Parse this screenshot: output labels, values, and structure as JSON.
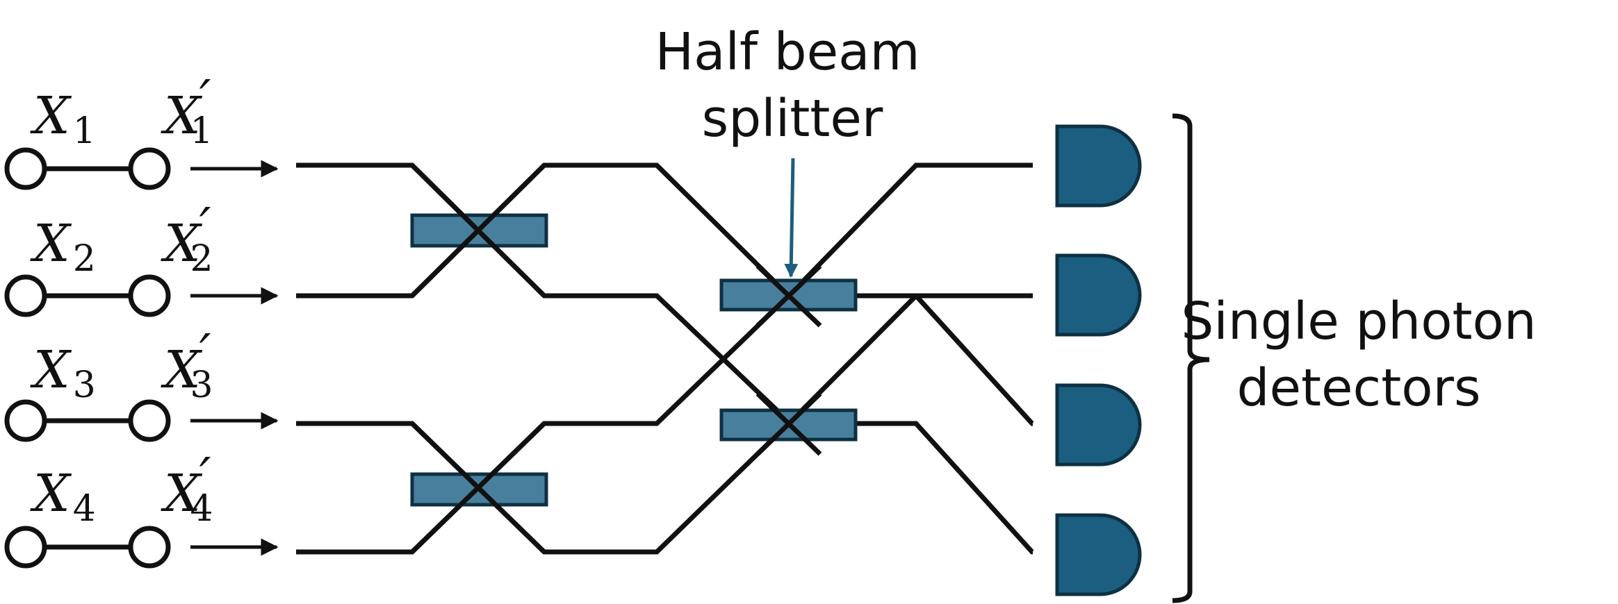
{
  "colors": {
    "line": "#111111",
    "beam_splitter_fill": "#487f9c",
    "detector_fill": "#1b5e80",
    "outline": "#0e3142",
    "pointer_arrow": "#1b5e80"
  },
  "inputs": [
    {
      "var": "X",
      "sub": "1",
      "prime_var": "X",
      "prime_mark": "′",
      "prime_sub": "1"
    },
    {
      "var": "X",
      "sub": "2",
      "prime_var": "X",
      "prime_mark": "′",
      "prime_sub": "2"
    },
    {
      "var": "X",
      "sub": "3",
      "prime_var": "X",
      "prime_mark": "′",
      "prime_sub": "3"
    },
    {
      "var": "X",
      "sub": "4",
      "prime_var": "X",
      "prime_mark": "′",
      "prime_sub": "4"
    }
  ],
  "beam_splitter_label": {
    "line1": "Half beam",
    "line2": "splitter"
  },
  "detector_label": {
    "line1": "Single photon",
    "line2": "detectors"
  },
  "beam_splitter_count": 4,
  "detector_count": 4
}
